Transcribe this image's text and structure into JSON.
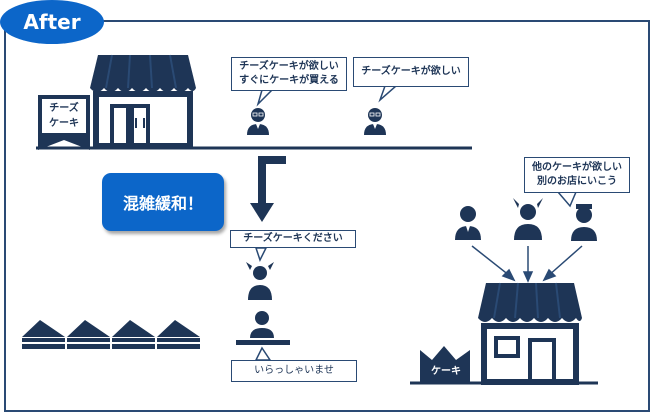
{
  "badge": {
    "label": "After"
  },
  "old_shop": {
    "sign_line1": "チーズ",
    "sign_line2": "ケーキ"
  },
  "customer_bubbles": [
    {
      "line1": "チーズケーキが欲しい",
      "line2": "すぐにケーキが買える"
    },
    {
      "line1": "チーズケーキが欲しい"
    }
  ],
  "relief_label": "混雑緩和！",
  "order_bubble": "チーズケーキください",
  "staff_bubble": "いらっしゃいませ",
  "other_bubble": {
    "line1": "他のケーキが欲しい",
    "line2": "別のお店にいこう"
  },
  "new_shop": {
    "sign": "ケーキ"
  },
  "colors": {
    "accent": "#0c66c9",
    "navy": "#1e3556",
    "line": "#2a4a74"
  }
}
